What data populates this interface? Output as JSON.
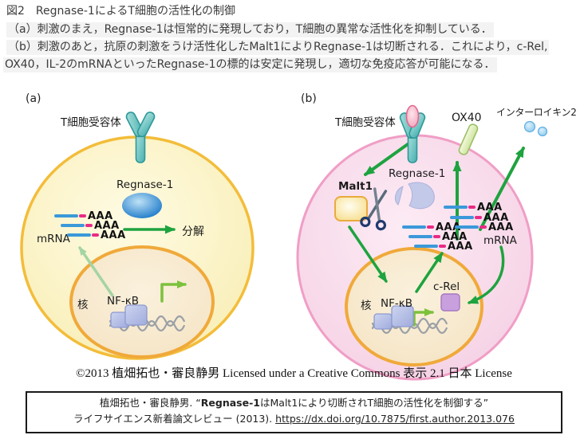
{
  "caption": {
    "title": "図2　Regnase-1によるT細胞の活性化の制御",
    "line_a": "（a）刺激のまえ，Regnase-1は恒常的に発現しており，T細胞の異常な活性化を抑制している．",
    "line_b1": "（b）刺激のあと，抗原の刺激をうけ活性化したMalt1によりRegnase-1は切断される．これにより，c-Rel,",
    "line_b2": "OX40，IL-2のmRNAといったRegnase-1の標的は安定に発現し，適切な免疫応答が可能になる．"
  },
  "shared": {
    "aaa": "AAA",
    "mrna": "mRNA",
    "nfkb": "NF-κB",
    "nucleus": "核",
    "receptor": "T細胞受容体",
    "regnase": "Regnase-1"
  },
  "panel_a": {
    "label": "(a)",
    "degradation": "分解"
  },
  "panel_b": {
    "label": "(b)",
    "ox40": "OX40",
    "il2": "インターロイキン2",
    "malt1": "Malt1",
    "crel": "c-Rel"
  },
  "license": "©2013 植畑拓也・審良静男 Licensed under a Creative Commons 表示 2.1 日本 License",
  "citation": {
    "authors": "植畑拓也・審良静男. “",
    "title_bold": "Regnase-1",
    "title_rest": "はMalt1により切断されT細胞の活性化を制御する”",
    "journal": "ライフサイエンス新着論文レビュー (2013). ",
    "url": "https://dx.doi.org/10.7875/first.author.2013.076"
  },
  "colors": {
    "arrow_green": "#1ea33f",
    "pale_green_arrow": "#a4d4a4",
    "transcription_green": "#7cc13c",
    "cell_a_fill": "#faf0bc",
    "cell_a_border": "#f3bd3a",
    "cell_b_fill": "#f7d4e7",
    "cell_b_border": "#f09ec6",
    "nucleus_border": "#f0a93a",
    "mrna_blue": "#3b99d9",
    "mrna_pink": "#ea2a86",
    "regnase_blue": "#1d7ac9",
    "malt1_yellow": "#fbe9a4",
    "nfkb_cube": "#b4bfe8",
    "crel_cube": "#c9a0de",
    "ox40_rod": "#e6f2c6",
    "il2_blue": "#9fd3f2",
    "receptor_teal": "#48b0b0"
  }
}
